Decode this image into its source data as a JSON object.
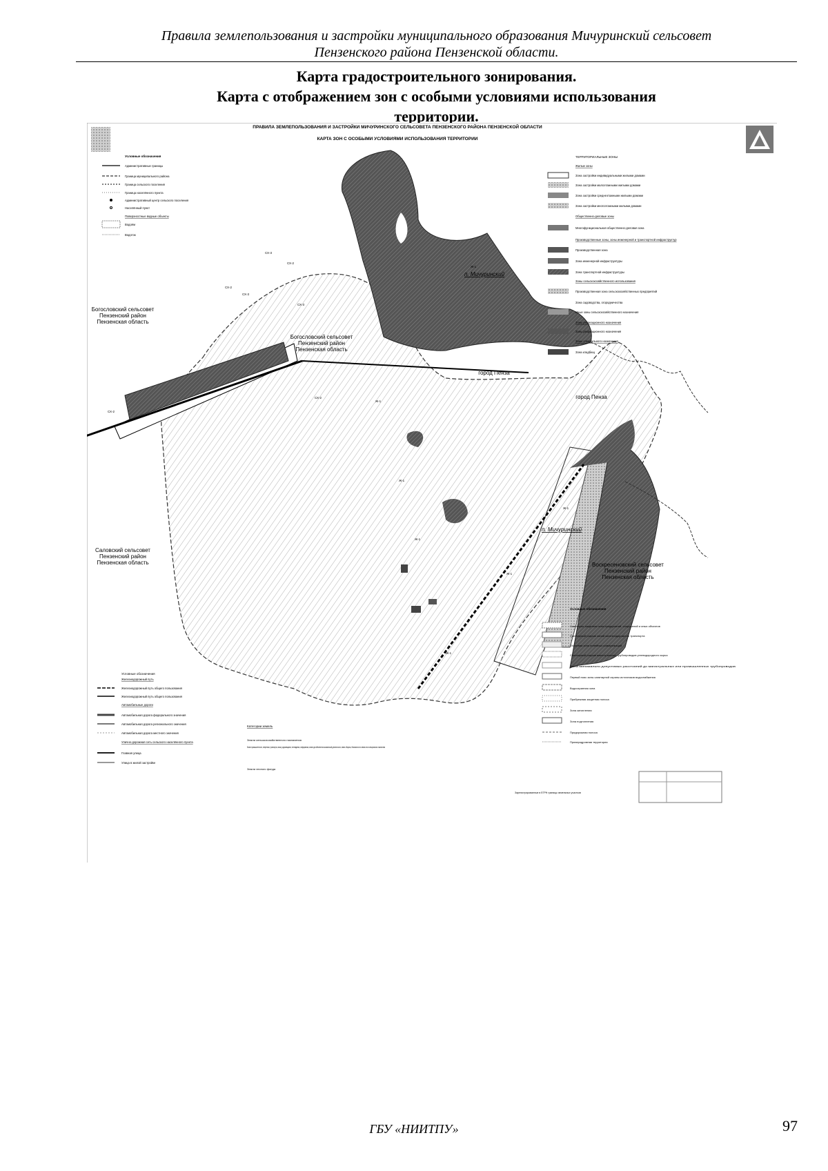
{
  "header": {
    "line1": "Правила землепользования и застройки муниципального образования Мичуринский  сельсовет",
    "line2": "Пензенского района Пензенской области."
  },
  "title": {
    "line1": "Карта градостроительного зонирования.",
    "line2": "Карта с отображением зон с особыми условиями использования",
    "line3": "территории."
  },
  "map": {
    "heading1": "ПРАВИЛА ЗЕМЛЕПОЛЬЗОВАНИЯ И ЗАСТРОЙКИ МИЧУРИНСКОГО СЕЛЬСОВЕТА ПЕНЗЕНСКОГО РАЙОНА ПЕНЗЕНСКОЙ ОБЛАСТИ",
    "heading2": "КАРТА ЗОН С ОСОБЫМИ УСЛОВИЯМИ ИСПОЛЬЗОВАНИЯ ТЕРРИТОРИИ",
    "labels": {
      "bogoslovsky_west": [
        "Богословский сельсовет",
        "Пензенский район",
        "Пензенская область"
      ],
      "bogoslovsky_center": [
        "Богословский сельсовет",
        "Пензенский район",
        "Пензенская область"
      ],
      "salovsky": [
        "Саловский сельсовет",
        "Пензенский район",
        "Пензенская область"
      ],
      "voskresenovsky": [
        "Воскресеновский сельсовет",
        "Пензенский район",
        "Пензенская область"
      ],
      "penza_1": "город Пенза",
      "penza_2": "город Пенза",
      "michurinsky_north": "п. Мичуринский",
      "michurinsky_south": "п. Мичуринский"
    },
    "zone_codes": [
      "СХ-3",
      "СХ-2",
      "СХ-2",
      "СХ-3",
      "СХ-2",
      "СХ-3",
      "Ж-1",
      "Ж-1",
      "Ж-1",
      "Ж-1",
      "Ж-1",
      "Ж-1",
      "Ж-1",
      "СХ-2"
    ],
    "legend_top_left": {
      "heading": "Условные обозначения",
      "items": [
        "Административные границы",
        "Граница муниципального района",
        "Граница сельского поселения",
        "Граница населённого пункта",
        "Административный центр сельского поселения",
        "Населённый пункт",
        "Поверхностные водные объекты",
        "Водоём",
        "Водоток"
      ]
    },
    "legend_zones": {
      "heading": "ТЕРРИТОРИАЛЬНЫЕ ЗОНЫ",
      "items": [
        "Жилые зоны",
        "Зона застройки индивидуальными жилыми домами",
        "Зона застройки малоэтажными жилыми домами",
        "Зона застройки среднеэтажными жилыми домами",
        "Зона застройки многоэтажными жилыми домами",
        "Общественно-деловые зоны",
        "Многофункциональная общественно-деловая зона",
        "Производственные зоны, зоны инженерной и транспортной инфраструктур",
        "Производственная зона",
        "Зона инженерной инфраструктуры",
        "Зона транспортной инфраструктуры",
        "Зоны сельскохозяйственного использования",
        "Производственная зона сельскохозяйственных предприятий",
        "Зона садоводства, огородничества",
        "Иные зоны сельскохозяйственного назначения",
        "Зоны рекреационного назначения",
        "Зоны рекреационного назначения",
        "Зоны специального назначения",
        "Зона кладбищ"
      ]
    },
    "legend_bottom_left": {
      "heading": "Условные обозначения",
      "items": [
        "Железнодорожный путь",
        "Железнодорожный путь общего пользования",
        "Железнодорожный путь общего пользования",
        "Автомобильные дороги",
        "Автомобильная дорога федерального значения",
        "Автомобильная дорога регионального значения",
        "Автомобильная дорога местного значения",
        "Улично-дорожная сеть сельского населённого пункта",
        "Главная улица",
        "Улица в жилой застройке"
      ]
    },
    "legend_land": {
      "heading": "Категории земель",
      "items": [
        "Земли сельскохозяйственного назначения",
        "Земли промышленности, энергетики, транспорта, связи, радиовещания, телевидения, информатики, земли для обеспечения космической деятельности, земли обороны, безопасности и земли иного специального назначения",
        "Земли лесного фонда"
      ]
    },
    "legend_bottom_right": {
      "heading": "Условные обозначения",
      "items": [
        "Санитарно-защитная зона предприятий, сооружений и иных объектов",
        "Санитарный разрыв линий железнодорожного транспорта",
        "Охранная зона линейных коммуникаций",
        "Санитарный разрыв магистральных трубопроводов углеводородного сырья",
        "Зона минимально допустимых расстояний до магистральных или промышленных трубопроводов",
        "Первый пояс зоны санитарной охраны источников водоснабжения",
        "Водоохранная зона",
        "Прибрежная защитная полоса",
        "Зона затопления",
        "Зона подтопления",
        "Придорожная полоса",
        "Приаэродромная территория"
      ]
    },
    "stamp_note": "Зарегистрированные в ЕГРН границы земельных участков"
  },
  "footer": {
    "org": "ГБУ «НИИТПУ»",
    "page": "97"
  }
}
